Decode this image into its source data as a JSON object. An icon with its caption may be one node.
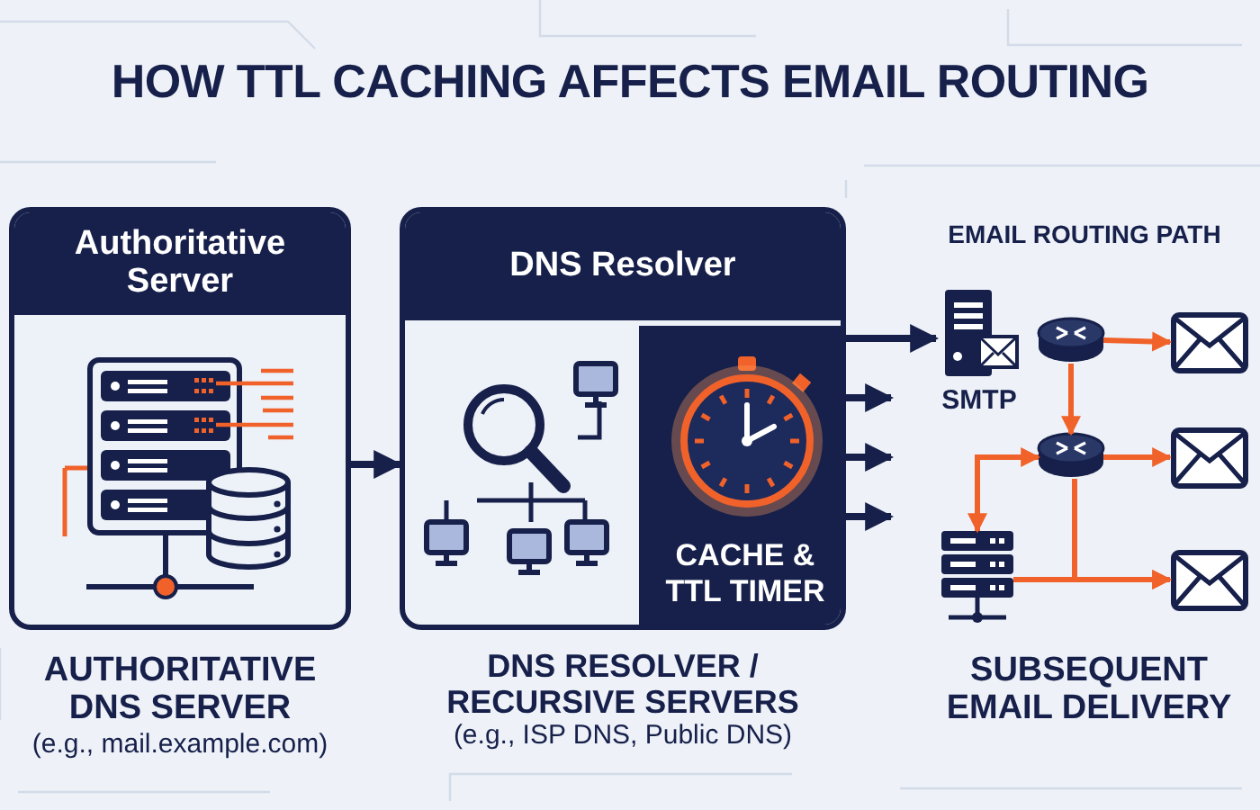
{
  "diagram": {
    "title": "HOW TTL CACHING AFFECTS EMAIL ROUTING",
    "nodes": [
      {
        "text": [
          "Authoritative Server"
        ],
        "beside": [
          "AUTHORITATIVE DNS SERVER",
          "(e.g., mail.example.com)"
        ]
      },
      {
        "text": [
          "DNS Resolver"
        ],
        "beside": [
          "DNS RESOLVER / RECURSIVE SERVERS",
          "(e.g., ISP DNS, Public DNS)"
        ]
      },
      {
        "text": [
          "CACHE & TTL TIMER"
        ],
        "in": 1
      },
      {
        "text": [
          "SMTP"
        ]
      },
      {
        "text": [],
        "shape": "picture"
      },
      {
        "text": [],
        "shape": "picture"
      },
      {
        "text": [],
        "shape": "picture"
      },
      {
        "text": [],
        "shape": "picture"
      },
      {
        "text": [],
        "shape": "picture"
      },
      {
        "text": [],
        "shape": "picture"
      }
    ],
    "edges": [
      {
        "from": 0,
        "to": 1,
        "arrow": "to",
        "color": "#16204a"
      },
      {
        "from": 2,
        "to": 3,
        "arrow": "to",
        "color": "#16204a"
      },
      {
        "from": 2,
        "to": null,
        "arrow": "to",
        "color": "#16204a"
      },
      {
        "from": 2,
        "to": null,
        "arrow": "to",
        "color": "#16204a"
      },
      {
        "from": 2,
        "to": null,
        "arrow": "to",
        "color": "#16204a"
      },
      {
        "from": 4,
        "to": 5,
        "arrow": "to"
      },
      {
        "from": 4,
        "to": 6,
        "arrow": "to"
      },
      {
        "from": 6,
        "to": 7,
        "arrow": "to"
      },
      {
        "from": 6,
        "to": 8,
        "arrow": "both"
      },
      {
        "from": 8,
        "to": 9,
        "arrow": "to"
      },
      {
        "from": 6,
        "to": 9,
        "arrow": "to"
      }
    ],
    "labels": [
      "EMAIL ROUTING PATH",
      "SUBSEQUENT EMAIL DELIVERY"
    ]
  }
}
